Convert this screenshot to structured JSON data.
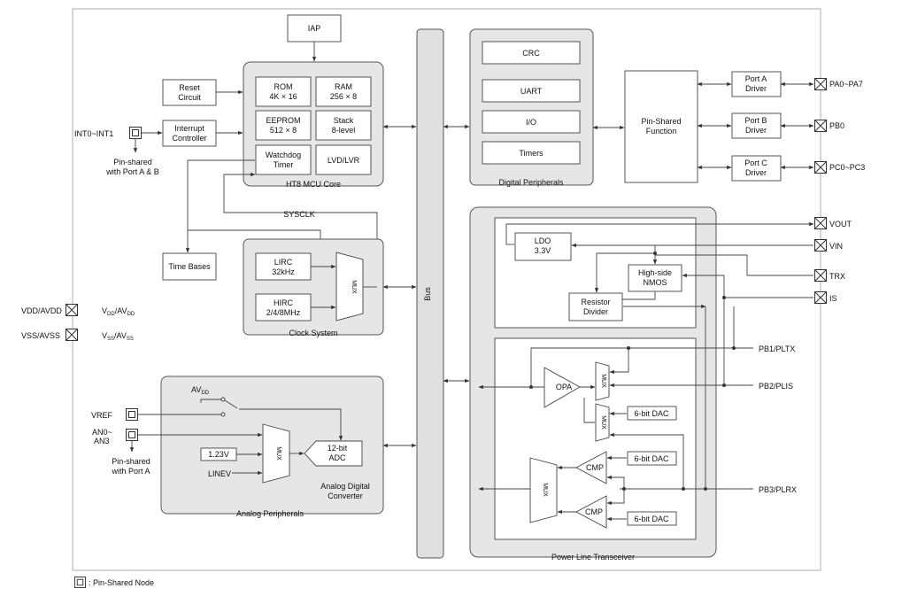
{
  "iap": "IAP",
  "mcu_core": {
    "label": "HT8 MCU Core",
    "rom": [
      "ROM",
      "4K × 16"
    ],
    "ram": [
      "RAM",
      "256 × 8"
    ],
    "eeprom": [
      "EEPROM",
      "512 × 8"
    ],
    "stack": [
      "Stack",
      "8-level"
    ],
    "watchdog": [
      "Watchdog",
      "Timer"
    ],
    "lvd": "LVD/LVR"
  },
  "reset": [
    "Reset",
    "Circuit"
  ],
  "interrupt": [
    "Interrupt",
    "Controller"
  ],
  "int_pin": "INT0~INT1",
  "int_note": [
    "Pin-shared",
    "with Port A & B"
  ],
  "time_bases": "Time Bases",
  "sysclk": "SYSCLK",
  "clock": {
    "label": "Clock System",
    "lirc": [
      "LIRC",
      "32kHz"
    ],
    "hirc": [
      "HIRC",
      "2/4/8MHz"
    ],
    "mux": "MUX"
  },
  "power": {
    "vdd_pin": "VDD/AVDD",
    "vdd_base": "V",
    "vdd_sub": "DD",
    "vdd_sep": "/AV",
    "vdd_sub2": "DD",
    "vss_pin": "VSS/AVSS",
    "vss_base": "V",
    "vss_sub": "SS",
    "vss_sep": "/AV",
    "vss_sub2": "SS"
  },
  "analog": {
    "label": "Analog Peripherals",
    "avdd_base": "AV",
    "avdd_sub": "DD",
    "vref": "VREF",
    "an_pins": [
      "AN0~",
      "AN3"
    ],
    "an_note": [
      "Pin-shared",
      "with Port A"
    ],
    "ref_123": "1.23V",
    "linev": "LINEV",
    "mux": "MUX",
    "adc": [
      "12-bit",
      "ADC"
    ],
    "converter": [
      "Analog Digital",
      "Converter"
    ]
  },
  "bus": "Bus",
  "digital": {
    "label": "Digital Peripherals",
    "crc": "CRC",
    "uart": "UART",
    "io": "I/O",
    "timers": "Timers"
  },
  "pin_shared_function": [
    "Pin-Shared",
    "Function"
  ],
  "ports": [
    {
      "driver": [
        "Port A",
        "Driver"
      ],
      "pin": "PA0~PA7"
    },
    {
      "driver": [
        "Port B",
        "Driver"
      ],
      "pin": "PB0"
    },
    {
      "driver": [
        "Port C",
        "Driver"
      ],
      "pin": "PC0~PC3"
    }
  ],
  "plt": {
    "label": "Power Line Transceiver",
    "ldo": [
      "LDO",
      "3.3V"
    ],
    "hs_nmos": [
      "High-side",
      "NMOS"
    ],
    "res_div": [
      "Resistor",
      "Divider"
    ],
    "opa": "OPA",
    "mux": "MUX",
    "dac": "6-bit DAC",
    "cmp": "CMP",
    "vout": "VOUT",
    "vin": "VIN",
    "trx": "TRX",
    "is": "IS",
    "pb1": "PB1/PLTX",
    "pb2": "PB2/PLIS",
    "pb3": "PB3/PLRX"
  },
  "legend": ": Pin-Shared Node"
}
